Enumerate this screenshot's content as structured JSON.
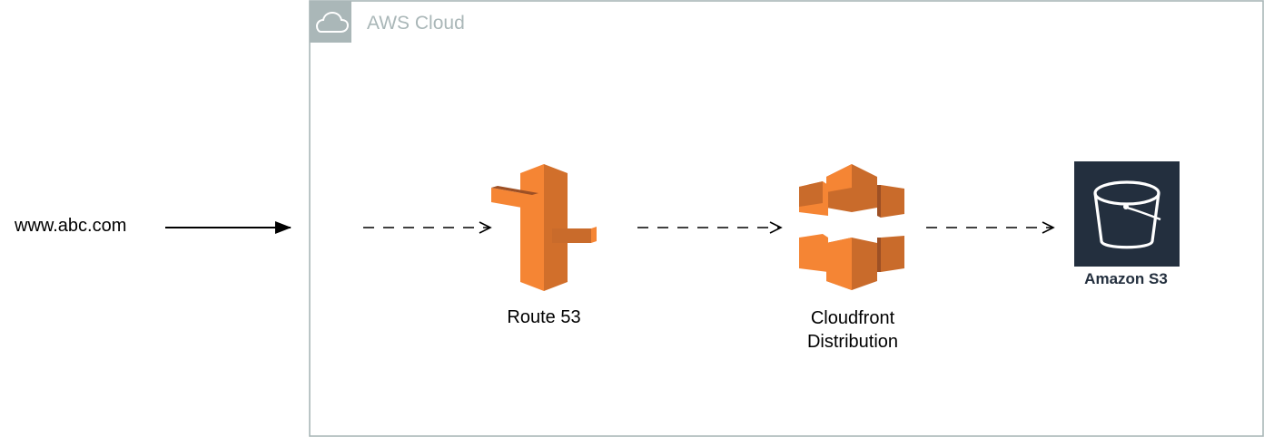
{
  "client": {
    "url_label": "www.abc.com"
  },
  "cloud_group": {
    "title": "AWS Cloud",
    "border_color": "#aab7b8"
  },
  "nodes": {
    "route53": {
      "label": "Route 53",
      "icon": "route53-icon"
    },
    "cloudfront": {
      "label_line1": "Cloudfront",
      "label_line2": "Distribution",
      "icon": "cloudfront-icon"
    },
    "s3": {
      "label": "Amazon S3",
      "icon": "s3-bucket-icon"
    }
  },
  "edges": [
    {
      "from": "client",
      "to": "aws-cloud",
      "style": "solid"
    },
    {
      "from": "aws-cloud",
      "to": "route53",
      "style": "dashed"
    },
    {
      "from": "route53",
      "to": "cloudfront",
      "style": "dashed"
    },
    {
      "from": "cloudfront",
      "to": "s3",
      "style": "dashed"
    }
  ],
  "colors": {
    "aws_orange": "#f58534",
    "aws_orange_dark": "#9d5025",
    "aws_orange_mid": "#c96b2b",
    "s3_tile": "#232f3e",
    "group_border": "#aab7b8"
  }
}
